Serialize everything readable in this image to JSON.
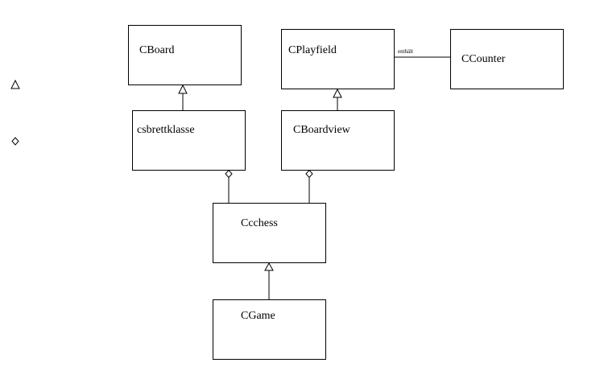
{
  "diagram": {
    "type": "uml-class-diagram",
    "legend": [
      {
        "symbol": "generalization-triangle-icon"
      },
      {
        "symbol": "aggregation-diamond-icon"
      }
    ],
    "classes": {
      "cboard": "CBoard",
      "cplayfield": "CPlayfield",
      "ccounter": "CCounter",
      "csbrettklasse": "csbrettklasse",
      "cboardview": "CBoardview",
      "ccchess": "Ccchess",
      "cgame": "CGame"
    },
    "relations": [
      {
        "from": "csbrettklasse",
        "to": "CBoard",
        "kind": "generalization"
      },
      {
        "from": "CBoardview",
        "to": "CPlayfield",
        "kind": "generalization"
      },
      {
        "from": "CGame",
        "to": "Ccchess",
        "kind": "generalization"
      },
      {
        "from": "Ccchess",
        "to": "csbrettklasse",
        "kind": "aggregation"
      },
      {
        "from": "Ccchess",
        "to": "CBoardview",
        "kind": "aggregation"
      },
      {
        "from": "CPlayfield",
        "to": "CCounter",
        "kind": "association",
        "label": "enthält"
      }
    ],
    "edge_labels": {
      "contains": "enthält"
    },
    "colors": {
      "stroke": "#000000",
      "fill": "#ffffff"
    }
  }
}
